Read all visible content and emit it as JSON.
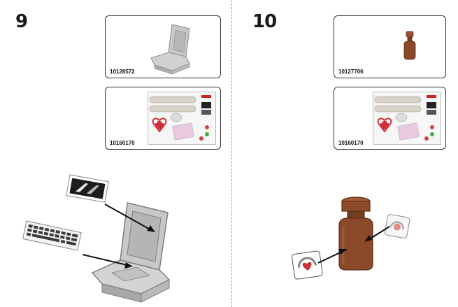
{
  "steps": [
    {
      "number": "9",
      "parts": [
        {
          "id": "10128572",
          "kind": "laptop-frame"
        },
        {
          "id": "10160170",
          "kind": "sticker-sheet"
        }
      ]
    },
    {
      "number": "10",
      "parts": [
        {
          "id": "10127706",
          "kind": "bottle"
        },
        {
          "id": "10160170",
          "kind": "sticker-sheet"
        }
      ]
    }
  ],
  "colors": {
    "frame_grey": "#c6c8ca",
    "bottle_brown": "#8a4a2a",
    "heart_red": "#d0303a",
    "box_border": "#333333"
  }
}
